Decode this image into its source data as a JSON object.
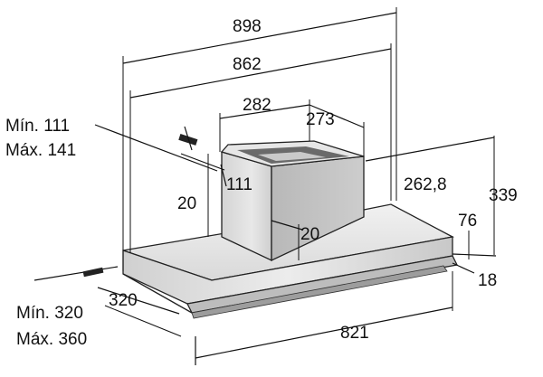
{
  "dimensions": {
    "total_width": "898",
    "inner_width": "862",
    "chimney_width": "282",
    "chimney_depth": "273",
    "min_label": "Mín. 111",
    "max_label": "Máx. 141",
    "chimney_offset_a": "111",
    "chimney_offset_b": "20",
    "chimney_offset_c": "20",
    "hood_height": "262,8",
    "total_height": "339",
    "canopy_height": "76",
    "front_lip": "18",
    "depth_min_label": "Mín. 320",
    "depth_max_label": "Máx. 360",
    "depth": "320",
    "front_width": "821"
  }
}
